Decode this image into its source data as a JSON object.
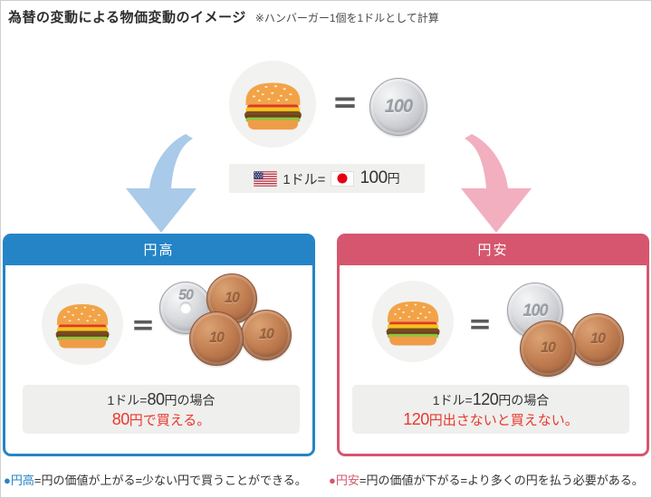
{
  "header": {
    "title": "為替の変動による物価変動のイメージ",
    "note": "※ハンバーガー1個を1ドルとして計算"
  },
  "colors": {
    "yen_daka_blue": "#2484c6",
    "yen_yasu_red": "#d5566e",
    "arrow_blue": "#a9cae9",
    "arrow_pink": "#f2afc0",
    "result_red": "#e8392d"
  },
  "top": {
    "equals": "=",
    "coin_value": "100",
    "rate": {
      "dollar": "1ドル=",
      "amount": "100",
      "unit": "円"
    }
  },
  "yen_daka": {
    "header": "円高",
    "equals": "=",
    "coins": {
      "silver": "50",
      "copper": "10"
    },
    "case": {
      "pre": "1ドル=",
      "num": "80",
      "post": "円の場合"
    },
    "result": {
      "num": "80",
      "post": "円で買える。"
    }
  },
  "yen_yasu": {
    "header": "円安",
    "equals": "=",
    "coins": {
      "silver": "100",
      "copper": "10"
    },
    "case": {
      "pre": "1ドル=",
      "num": "120",
      "post": "円の場合"
    },
    "result": {
      "num": "120",
      "post": "円出さないと買えない。"
    }
  },
  "footnotes": {
    "yen_daka": {
      "bullet": "●",
      "term": "円高",
      "rest": "=円の価値が上がる=少ない円で買うことができる。"
    },
    "yen_yasu": {
      "bullet": "●",
      "term": "円安",
      "rest": "=円の価値が下がる=より多くの円を払う必要がある。"
    }
  }
}
